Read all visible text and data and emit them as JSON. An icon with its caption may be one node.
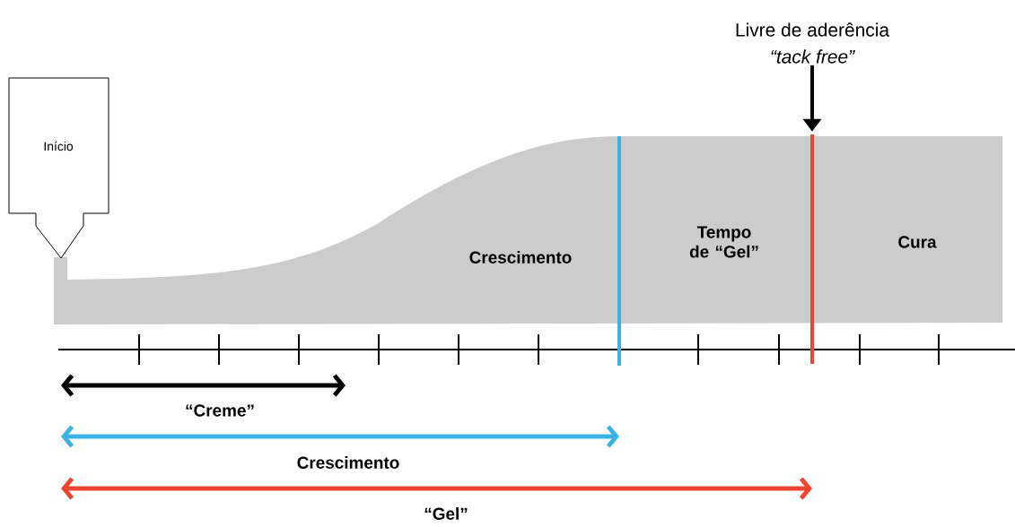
{
  "diagram": {
    "nodes": [
      {
        "text": [
          "Início"
        ]
      },
      {
        "text": [
          "Livre de aderência",
          "“tack free”"
        ]
      },
      {
        "text": [],
        "shape": "bar"
      }
    ],
    "edges": [
      {
        "from": 1,
        "to": 2,
        "arrow": "to"
      }
    ],
    "labels": [
      "Crescimento",
      "Tempo de “Gel”",
      "Cura",
      "“Creme”",
      "Crescimento",
      "“Gel”"
    ]
  }
}
